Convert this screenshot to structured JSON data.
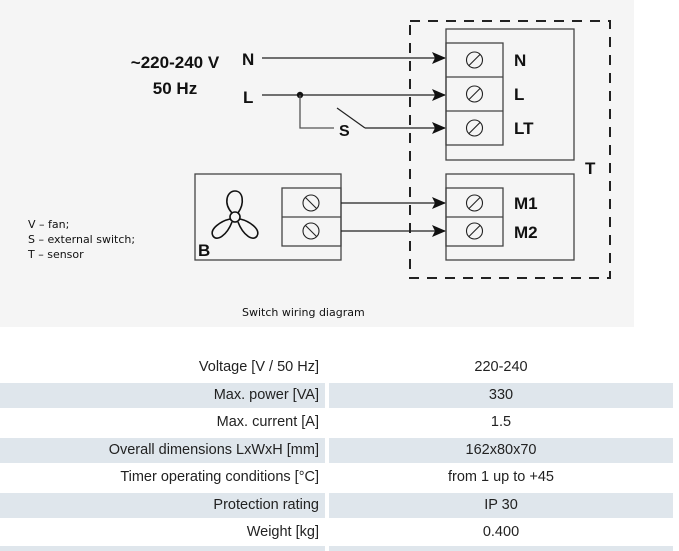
{
  "diagram": {
    "supply_voltage": "~220-240 V",
    "supply_frequency": "50 Hz",
    "input_labels": {
      "neutral": "N",
      "live": "L",
      "switch": "S"
    },
    "sensor_terminals": [
      "N",
      "L",
      "LT"
    ],
    "motor_terminals": [
      "M1",
      "M2"
    ],
    "sensor_label": "T",
    "fan_label": "B",
    "legend": [
      "V – fan;",
      "S – external switch;",
      "T – sensor"
    ],
    "caption": "Switch wiring diagram"
  },
  "specs": {
    "rows": [
      {
        "label": "Voltage [V / 50 Hz]",
        "value": "220-240"
      },
      {
        "label": "Max. power [VA]",
        "value": "330"
      },
      {
        "label": "Max. current [A]",
        "value": "1.5"
      },
      {
        "label": "Overall dimensions LxWxH [mm]",
        "value": "162x80x70"
      },
      {
        "label": "Timer operating conditions [°C]",
        "value": "from 1 up to +45"
      },
      {
        "label": "Protection rating",
        "value": "IP 30"
      },
      {
        "label": "Weight [kg]",
        "value": "0.400"
      }
    ],
    "stripe_color": "#dfe6ec"
  }
}
